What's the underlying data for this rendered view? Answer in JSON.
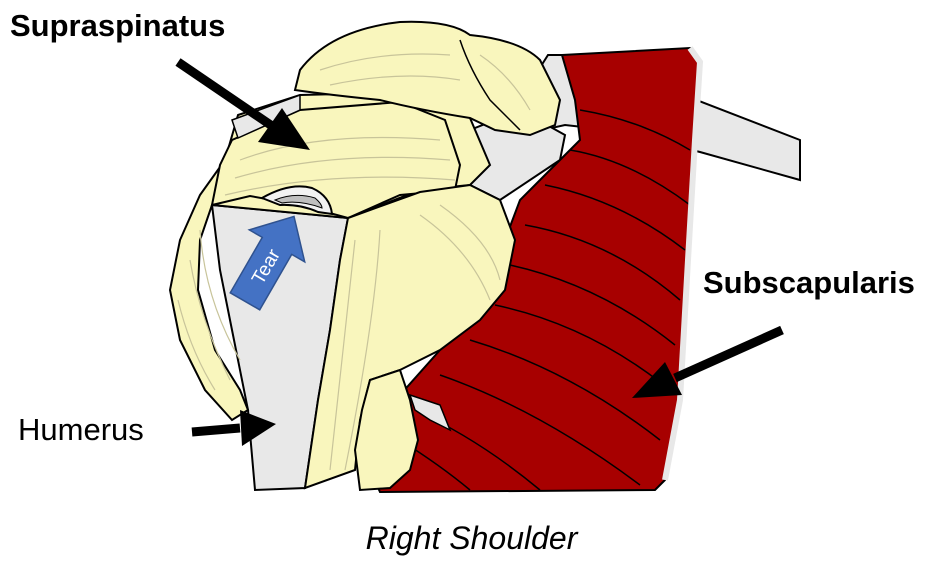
{
  "labels": {
    "supraspinatus": "Supraspinatus",
    "subscapularis": "Subscapularis",
    "humerus": "Humerus",
    "tear": "Tear"
  },
  "caption": "Right Shoulder",
  "colors": {
    "tendon": "#f9f6bd",
    "muscle": "#a70000",
    "bone": "#e8e8e8",
    "tear_arrow": "#4472c4",
    "outline": "#000000"
  },
  "icons": [
    "tear-arrow-icon",
    "pointer-arrow-icon"
  ]
}
